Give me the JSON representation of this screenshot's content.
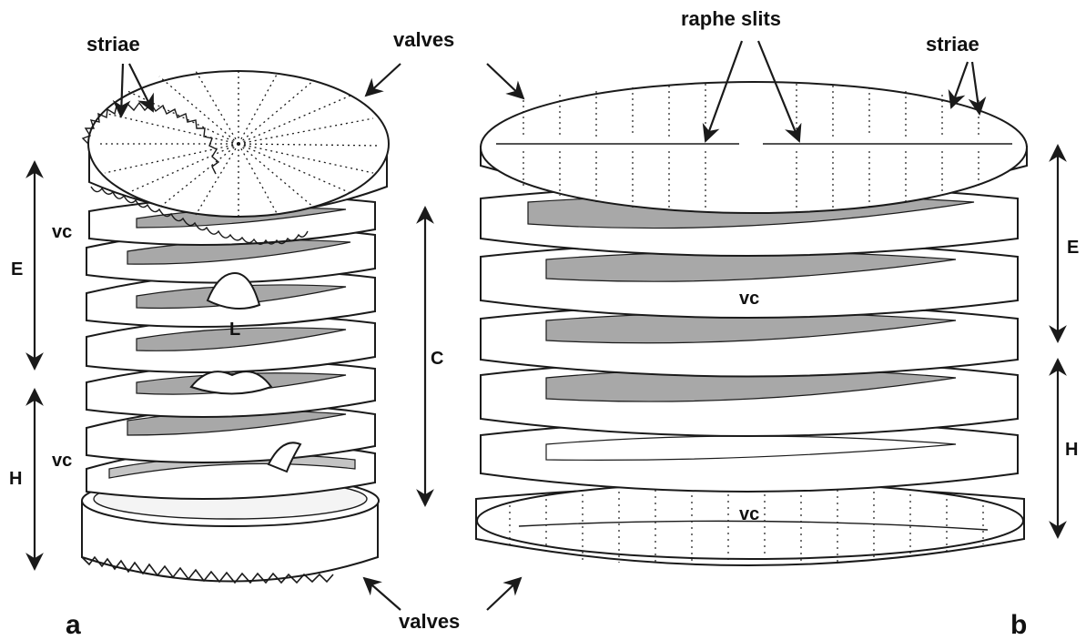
{
  "figure": {
    "panel_a": {
      "panel_label": "a",
      "labels": {
        "striae": "striae",
        "valves_top": "valves",
        "vc_upper": "vc",
        "vc_lower": "vc",
        "l": "L",
        "e": "E",
        "h": "H",
        "c": "C"
      }
    },
    "panel_b": {
      "panel_label": "b",
      "labels": {
        "raphe_slits": "raphe slits",
        "striae": "striae",
        "vc_upper": "vc",
        "vc_lower": "vc",
        "e": "E",
        "h": "H"
      }
    },
    "shared": {
      "valves_bottom": "valves"
    }
  },
  "colors": {
    "ink": "#1a1a1a",
    "band_fill": "#ffffff",
    "shadow": "#a8a8a8",
    "shadow_light": "#c4c4c4"
  }
}
